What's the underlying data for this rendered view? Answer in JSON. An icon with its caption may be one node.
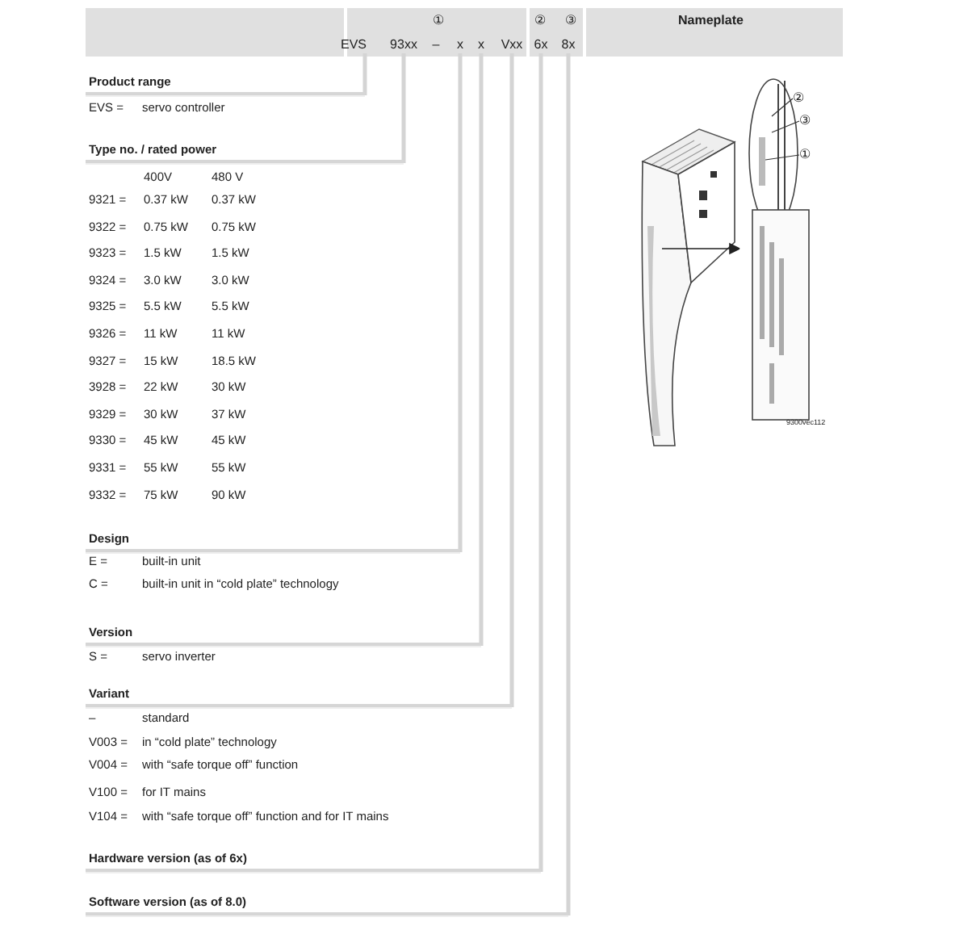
{
  "diagram": {
    "nodes": [
      {
        "text": [
          "EVS"
        ]
      },
      {
        "text": [
          "93xx"
        ]
      },
      {
        "text": [
          "–"
        ]
      },
      {
        "text": [
          "x"
        ]
      },
      {
        "text": [
          "x"
        ]
      },
      {
        "text": [
          "Vxx"
        ]
      },
      {
        "text": [
          "6x"
        ]
      },
      {
        "text": [
          "8x"
        ]
      },
      {
        "text": [
          "Product range"
        ]
      },
      {
        "text": [
          "Type no. / rated power"
        ]
      },
      {
        "text": [
          "Design"
        ]
      },
      {
        "text": [
          "Version"
        ]
      },
      {
        "text": [
          "Variant"
        ]
      },
      {
        "text": [
          "Hardware version (as of 6x)"
        ]
      },
      {
        "text": [
          "Software version (as of 8.0)"
        ]
      },
      {
        "text": [
          "②"
        ]
      },
      {
        "text": [
          "③"
        ]
      },
      {
        "text": [
          "①"
        ]
      }
    ],
    "edges": [
      {
        "from": 0,
        "to": 8,
        "arrow": "none"
      },
      {
        "from": 1,
        "to": 9,
        "arrow": "none"
      },
      {
        "from": 3,
        "to": 10,
        "arrow": "none"
      },
      {
        "from": 4,
        "to": 11,
        "arrow": "none"
      },
      {
        "from": 5,
        "to": 12,
        "arrow": "none"
      },
      {
        "from": 6,
        "to": 13,
        "arrow": "none"
      },
      {
        "from": 7,
        "to": 14,
        "arrow": "none"
      },
      {
        "from": 15,
        "to": null,
        "arrow": "none",
        "color": "#333333"
      },
      {
        "from": 16,
        "to": null,
        "arrow": "none",
        "color": "#333333"
      },
      {
        "from": 17,
        "to": null,
        "arrow": "none",
        "color": "#333333"
      }
    ],
    "labels": [
      "①",
      "②",
      "③",
      "Nameplate",
      "EVS =",
      "servo controller",
      "400V",
      "480 V",
      "9321 =",
      "0.37 kW",
      "0.37 kW",
      "9322 =",
      "0.75 kW",
      "0.75 kW",
      "9323 =",
      "1.5 kW",
      "1.5 kW",
      "9324 =",
      "3.0 kW",
      "3.0 kW",
      "9325 =",
      "5.5 kW",
      "5.5 kW",
      "9326 =",
      "11 kW",
      "11 kW",
      "9327 =",
      "15 kW",
      "18.5 kW",
      "3928 =",
      "22 kW",
      "30 kW",
      "9329 =",
      "30 kW",
      "37 kW",
      "9330 =",
      "45 kW",
      "45 kW",
      "9331 =",
      "55 kW",
      "55 kW",
      "9332 =",
      "75 kW",
      "90 kW",
      "E =",
      "built-in unit",
      "C =",
      "built-in unit in “cold plate” technology",
      "S =",
      "servo inverter",
      "–",
      "standard",
      "V003 =",
      "in “cold plate” technology",
      "V004 =",
      "with “safe torque off” function",
      "V100 =",
      "for IT mains",
      "V104 =",
      "with “safe torque off” function and for IT mains",
      "9300vec112"
    ]
  }
}
